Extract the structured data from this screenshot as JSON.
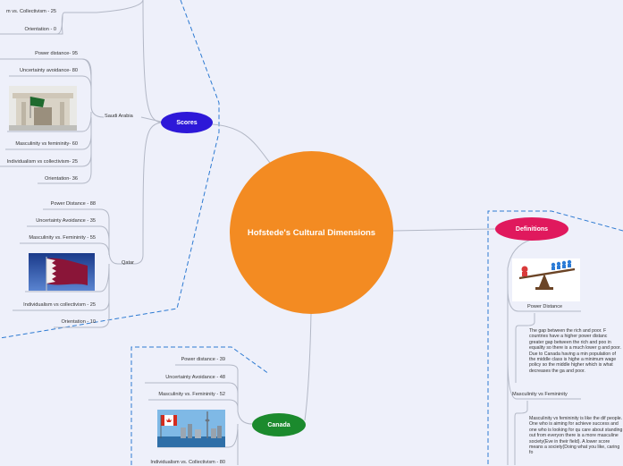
{
  "central_topic": "Hofstede's Cultural Dimensions",
  "scores": {
    "label": "Scores",
    "top_partial": {
      "item1": "m vs. Collectivism - 25",
      "item2": "Orientation - 0"
    },
    "saudi_arabia": {
      "label": "Saudi Arabia",
      "power_distance": "Power distance- 95",
      "uncertainty_avoidance": "Uncertainty avoidance- 80",
      "masculinity": "Masculinity vs femininity- 60",
      "individualism": "Individualism vs collectivism- 25",
      "orientation": "Orientation- 36"
    },
    "qatar": {
      "label": "Qatar",
      "power_distance": "Power Distance - 88",
      "uncertainty_avoidance": "Uncertainty Avoidance - 35",
      "masculinity": "Masculinity vs. Femininity - 55",
      "individualism": "Individualism vs collectivism - 25",
      "orientation": "Orientation - 10"
    }
  },
  "canada": {
    "label": "Canada",
    "power_distance": "Power distance - 39",
    "uncertainty_avoidance": "Uncertainty Avoidance - 48",
    "masculinity": "Masculinity vs. Femininity - 52",
    "individualism": "Individualism vs. Collectivism - 80"
  },
  "definitions": {
    "label": "Definitions",
    "power_distance": {
      "label": "Power Distance",
      "text": "The gap between the rich and poor. F countries have a higher power distanc greater gap between the rich and poo in equality so there is a much lower g and poor. Due to Canada having a min population of the middle class is highe a minimum wage policy so the middle higher which is what decreases the ga and poor."
    },
    "masculinity": {
      "label": "Masculinity vs Femininity",
      "text": "Masculinity vs femininity is like the dif people. One who is aiming for achieve success and one who is looking for qu care about standing out from everyon there is a more masculine society(Eve in their field). A lower score means a society(Doing what you like, caring fo"
    }
  },
  "colors": {
    "background": "#eef0fa",
    "central": "#f38b22",
    "scores": "#2d18d8",
    "definitions": "#e0195d",
    "canada": "#1b8a2d",
    "dashed": "#2d7ad2",
    "connector": "#b3b8c6"
  }
}
